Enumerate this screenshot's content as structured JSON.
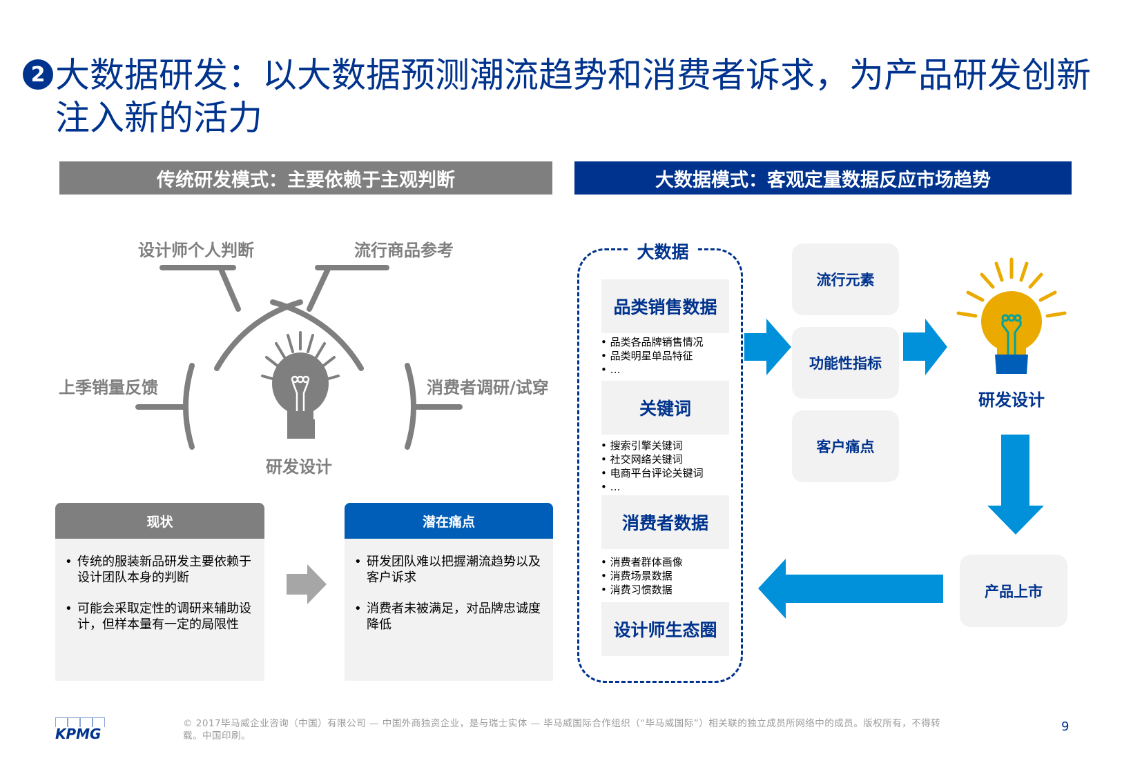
{
  "header": {
    "badge": "2",
    "title": "大数据研发：以大数据预测潮流趋势和消费者诉求，为产品研发创新注入新的活力"
  },
  "left": {
    "bar_title": "传统研发模式：主要依赖于主观判断",
    "labels": {
      "top_left": "设计师个人判断",
      "top_right": "流行商品参考",
      "left": "上季销量反馈",
      "right": "消费者调研/试穿",
      "center": "研发设计"
    },
    "status_card": {
      "title": "现状",
      "items": [
        "传统的服装新品研发主要依赖于设计团队本身的判断",
        "可能会采取定性的调研来辅助设计，但样本量有一定的局限性"
      ]
    },
    "pain_card": {
      "title": "潜在痛点",
      "items": [
        "研发团队难以把握潮流趋势以及客户诉求",
        "消费者未被满足，对品牌忠诚度降低"
      ]
    }
  },
  "right": {
    "bar_title": "大数据模式：客观定量数据反应市场趋势",
    "big_data_title": "大数据",
    "categories": [
      {
        "name": "品类销售数据",
        "items": [
          "品类各品牌销售情况",
          "品类明星单品特征",
          "…"
        ]
      },
      {
        "name": "关键词",
        "items": [
          "搜索引擎关键词",
          "社交网络关键词",
          "电商平台评论关键词",
          "…"
        ]
      },
      {
        "name": "消费者数据",
        "items": [
          "消费者群体画像",
          "消费场景数据",
          "消费习惯数据"
        ]
      },
      {
        "name": "设计师生态圈",
        "items": []
      }
    ],
    "outputs": [
      "流行元素",
      "功能性指标",
      "客户痛点"
    ],
    "rd_label": "研发设计",
    "launch_label": "产品上市"
  },
  "footer": {
    "logo": "KPMG",
    "copyright": "© 2017毕马威企业咨询（中国）有限公司 — 中国外商独资企业，是与瑞士实体 — 毕马威国际合作组织（“毕马威国际”）相关联的独立成员所网络中的成员。版权所有，不得转载。中国印刷。",
    "page": "9"
  },
  "colors": {
    "kpmg_blue": "#00338d",
    "medium_blue": "#005eb8",
    "arrow_blue": "#0091da",
    "gray": "#7f7f7f",
    "bulb_yellow": "#eaaa00",
    "filament": "#00a3a1"
  }
}
